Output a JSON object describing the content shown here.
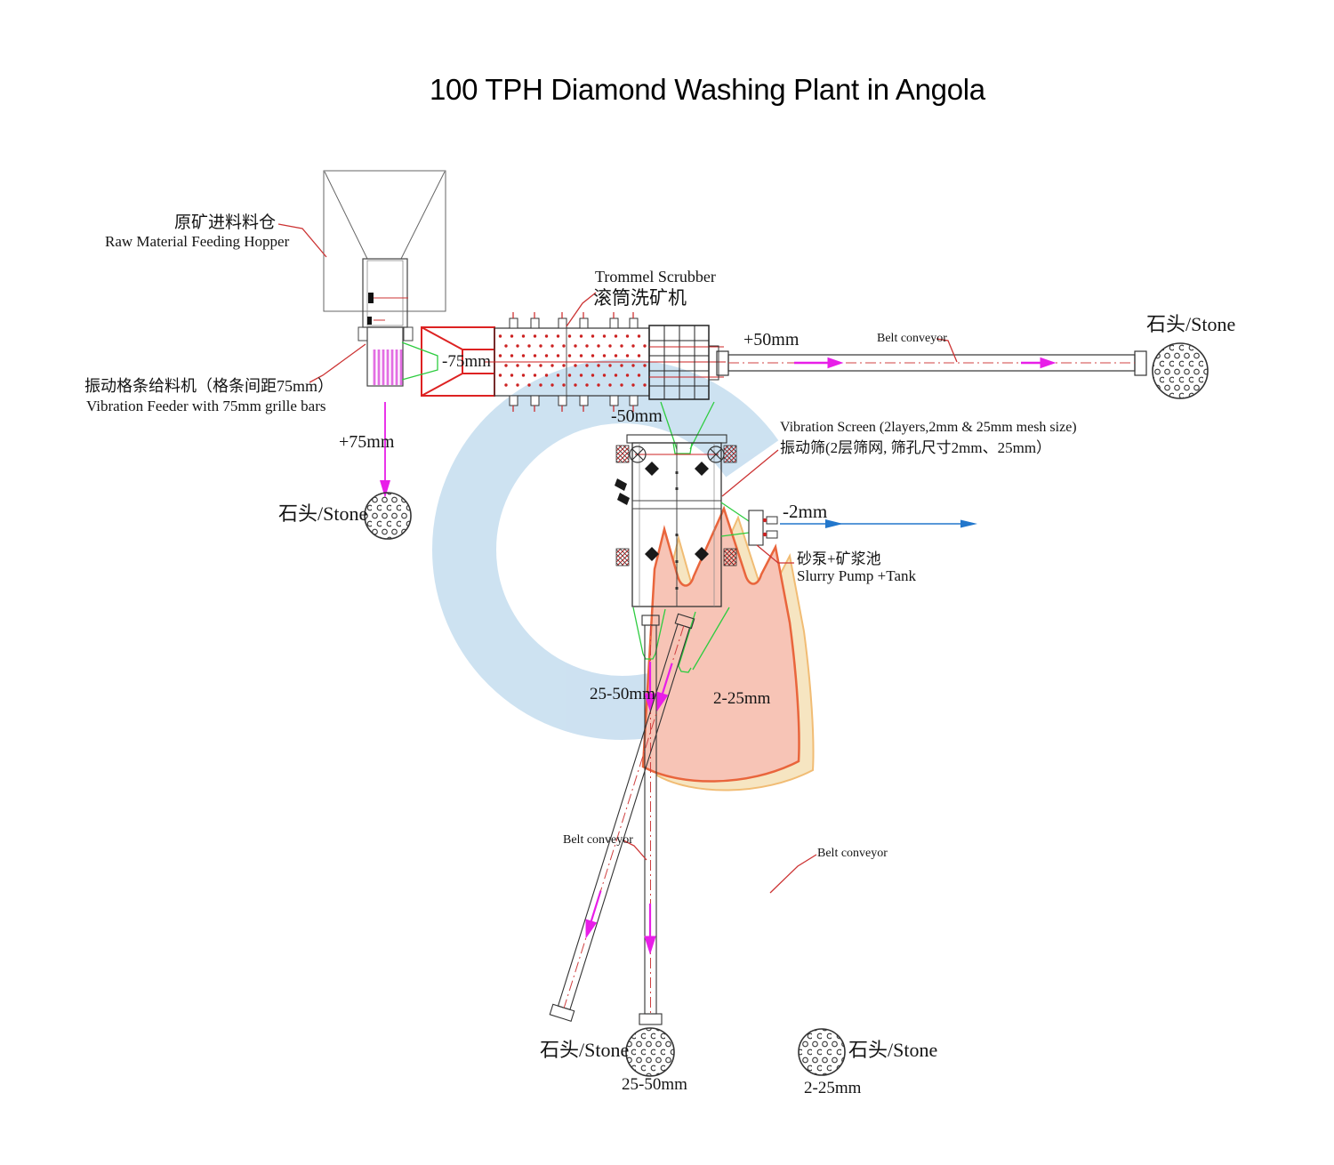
{
  "title": "100 TPH Diamond Washing Plant in Angola",
  "equipment": {
    "hopper": {
      "cn": "原矿进料料仓",
      "en": "Raw Material Feeding Hopper"
    },
    "feeder": {
      "cn": "振动格条给料机（格条间距75mm）",
      "en": "Vibration Feeder with 75mm grille bars"
    },
    "trommel": {
      "en": "Trommel Scrubber",
      "cn": "滚筒洗矿机"
    },
    "screen": {
      "en": "Vibration Screen (2layers,2mm & 25mm mesh size)",
      "cn": "振动筛(2层筛网, 筛孔尺寸2mm、25mm）"
    },
    "slurry": {
      "cn": "砂泵+矿浆池",
      "en": "Slurry Pump +Tank"
    }
  },
  "labels": {
    "belt_conveyor": "Belt conveyor",
    "stone": "石头/Stone"
  },
  "sizes": {
    "m75": "-75mm",
    "p75": "+75mm",
    "p50": "+50mm",
    "m50": "-50mm",
    "m2": "-2mm",
    "r2550": "25-50mm",
    "r225": "2-25mm"
  },
  "colors": {
    "leader_red": "#cc3333",
    "chute_red": "#dd2222",
    "flow_magenta": "#e81ee8",
    "grille_magenta": "#e36ee3",
    "chute_green": "#2ecc40",
    "slurry_blue": "#2277cc",
    "drawing_line": "#444444",
    "drum_dot_red": "#cc2222",
    "watermark_ring_blue": "#c9dff0",
    "watermark_crown_pink": "#f7c0b0",
    "watermark_crown_outline": "#e8582c",
    "watermark_shadow_yellow": "#f3dcaa"
  }
}
